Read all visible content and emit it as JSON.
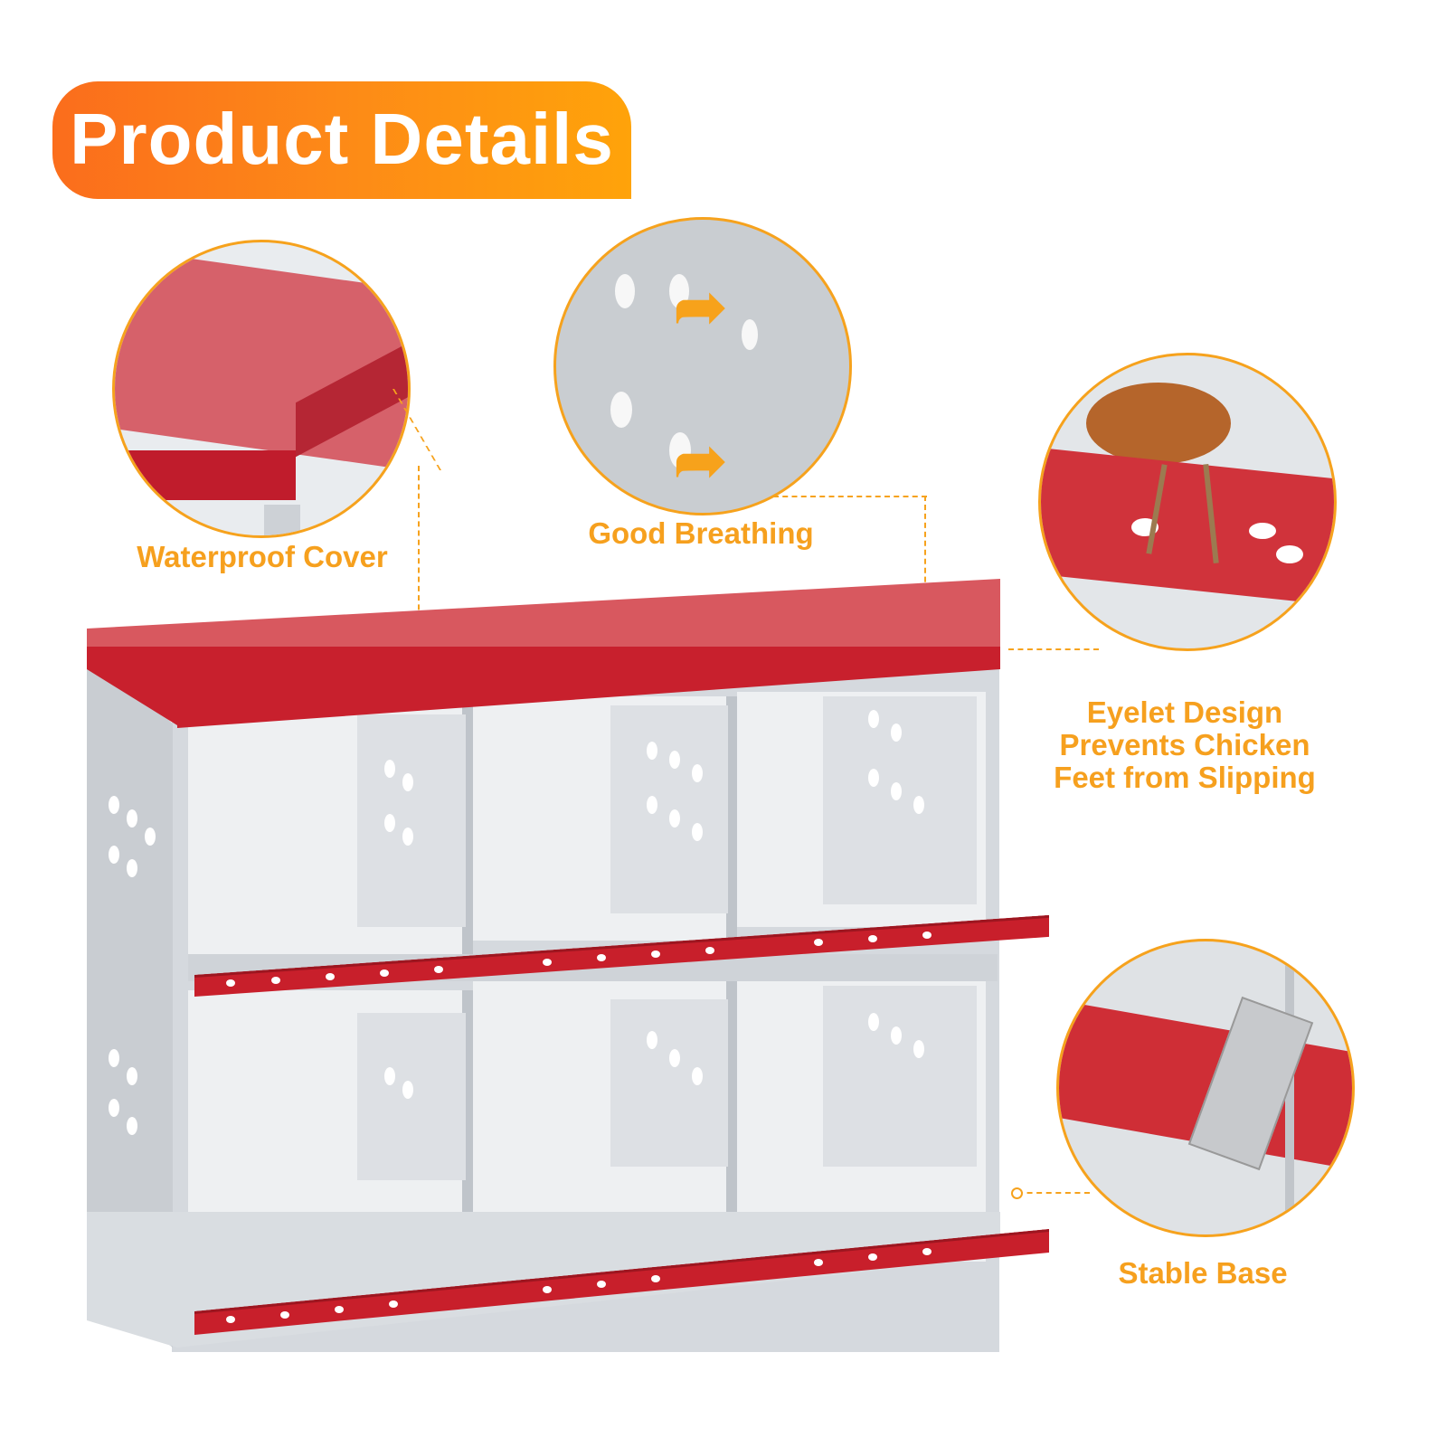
{
  "header": {
    "title": "Product Details"
  },
  "features": [
    {
      "id": "waterproof",
      "label": "Waterproof Cover"
    },
    {
      "id": "breathing",
      "label": "Good Breathing"
    },
    {
      "id": "eyelet",
      "label_lines": [
        "Eyelet Design",
        "Prevents Chicken",
        "Feet from Slipping"
      ]
    },
    {
      "id": "base",
      "label": "Stable Base"
    }
  ],
  "colors": {
    "accent_orange": "#f6a01e",
    "banner_start": "#fb6d1c",
    "banner_end": "#ffa30a",
    "roof_red": "#c8202d",
    "metal_gray": "#d5d9de"
  },
  "product": {
    "rows": 2,
    "compartments_per_row": 3
  }
}
